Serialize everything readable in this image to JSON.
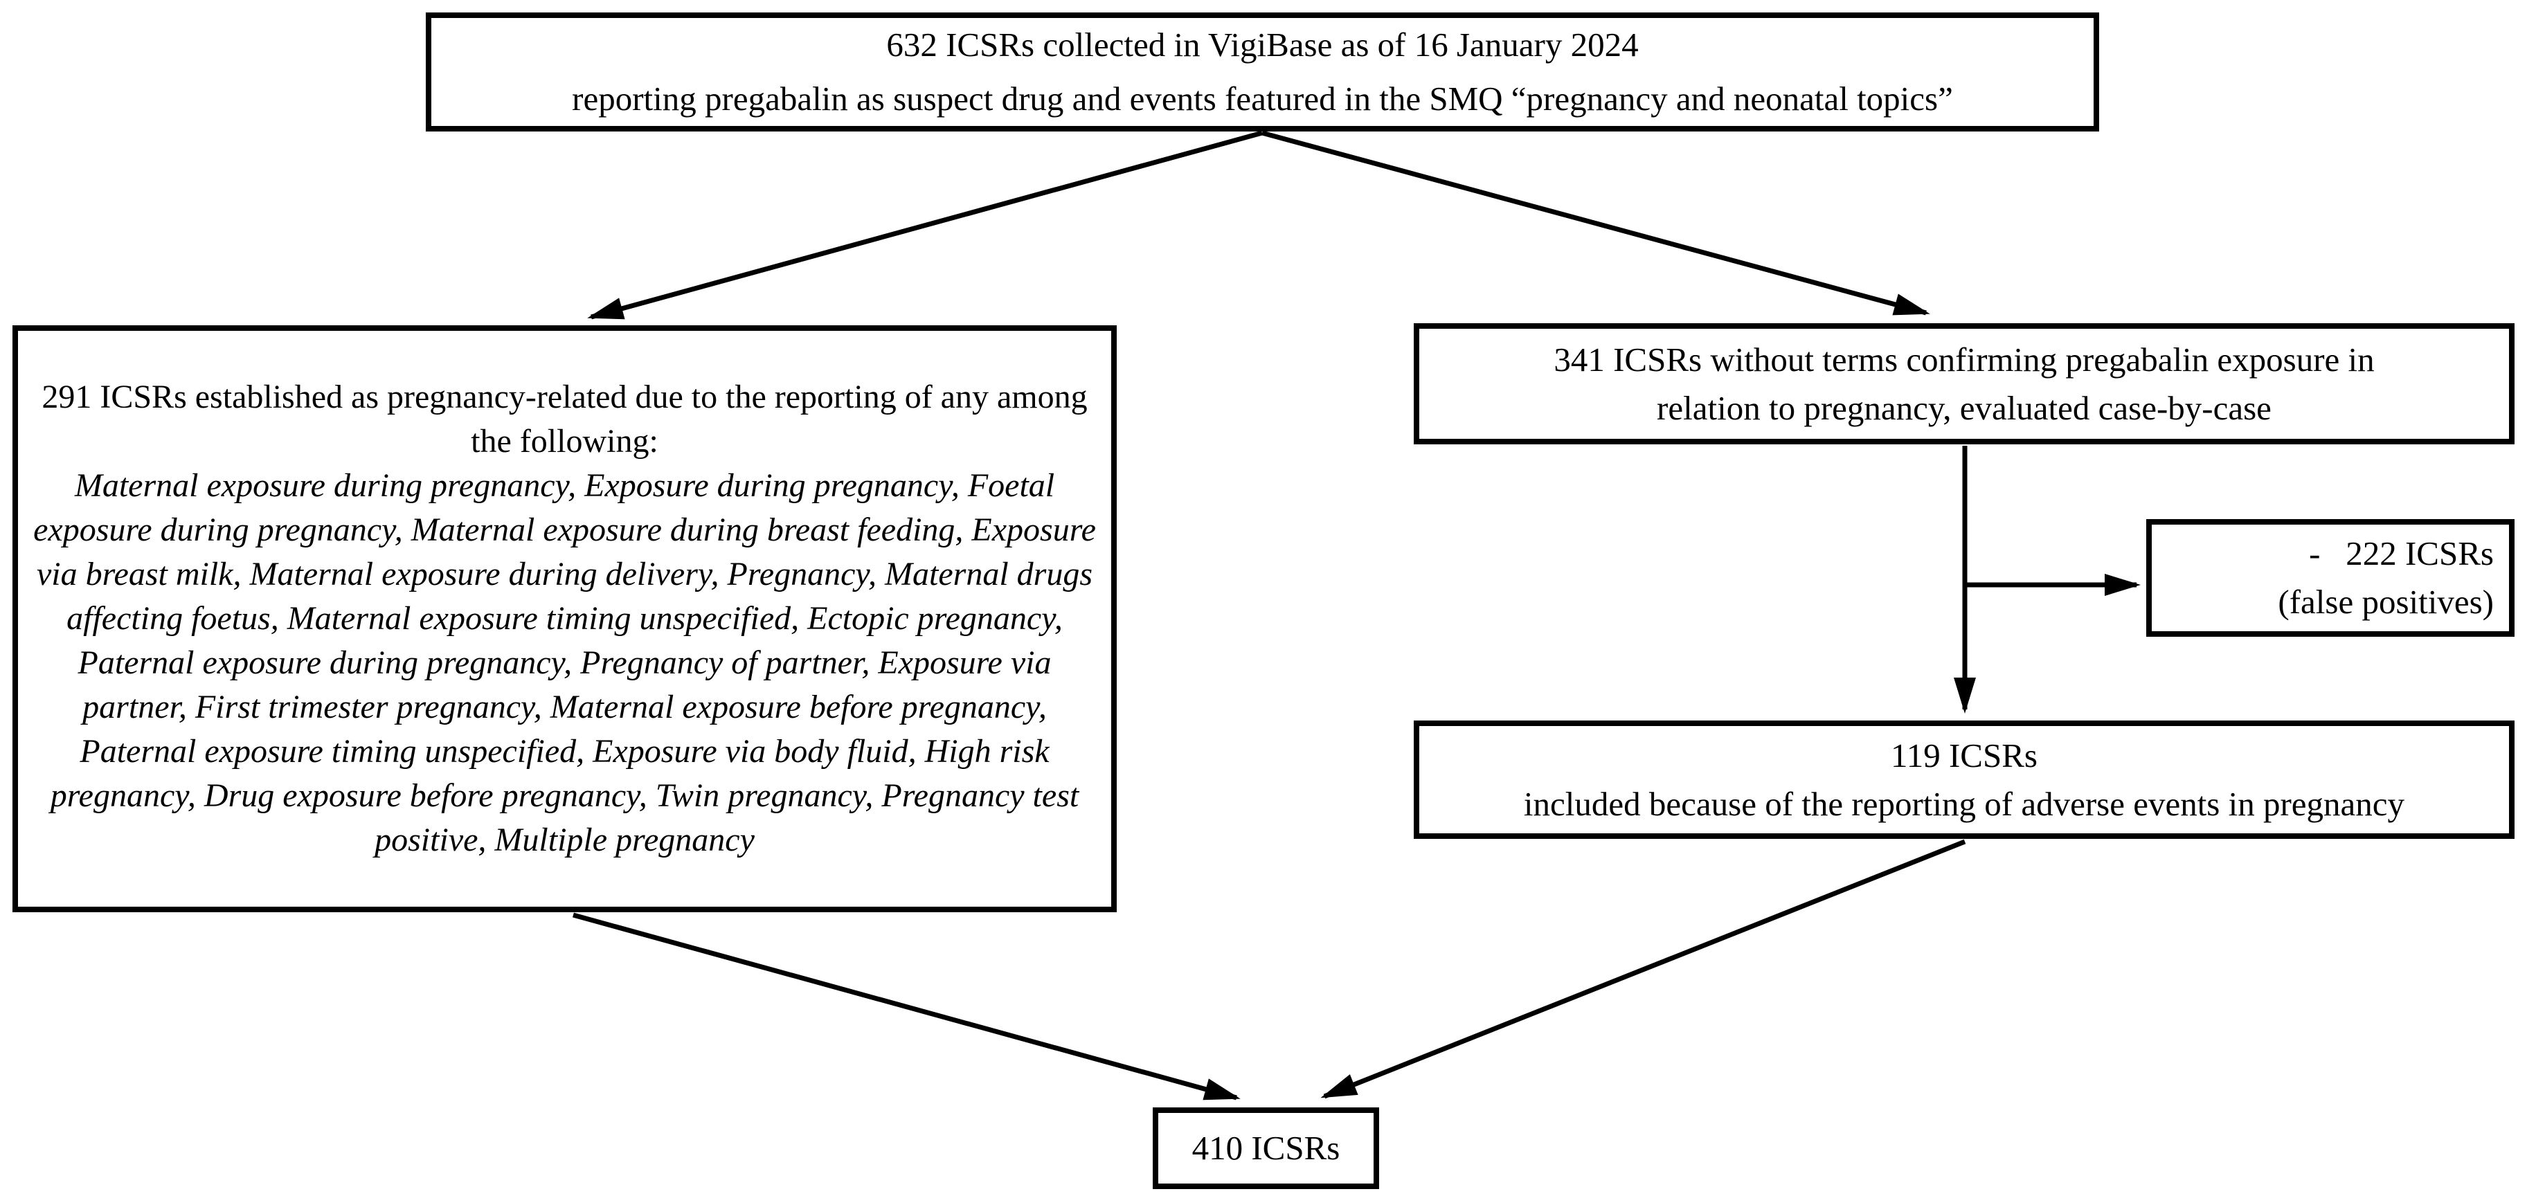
{
  "diagram": {
    "type": "flowchart",
    "colors": {
      "background": "#ffffff",
      "box_border": "#000000",
      "text": "#000000",
      "arrow": "#000000"
    },
    "boxes": {
      "total": {
        "line1": "632 ICSRs collected in VigiBase as of 16 January 2024",
        "line2": "reporting pregabalin as suspect drug and events featured in the SMQ “pregnancy and neonatal topics”"
      },
      "pregnancy_related": {
        "heading": "291 ICSRs established as pregnancy-related due to the reporting of any among the following:",
        "terms": "Maternal exposure during pregnancy, Exposure during pregnancy, Foetal exposure during pregnancy, Maternal exposure during breast feeding, Exposure via breast milk, Maternal exposure during delivery, Pregnancy, Maternal drugs affecting foetus, Maternal exposure timing unspecified, Ectopic pregnancy, Paternal exposure during pregnancy, Pregnancy of partner, Exposure via partner, First trimester pregnancy, Maternal exposure before pregnancy, Paternal exposure timing unspecified, Exposure via body fluid, High risk pregnancy, Drug exposure before pregnancy, Twin pregnancy, Pregnancy test positive, Multiple pregnancy"
      },
      "without_terms": {
        "line1": "341 ICSRs without terms confirming pregabalin exposure in",
        "line2": "relation to pregnancy, evaluated case-by-case"
      },
      "false_positives": {
        "line1": "-   222 ICSRs",
        "line2": "(false positives)"
      },
      "included": {
        "line1": "119 ICSRs",
        "line2": "included because of the reporting of adverse events in pregnancy"
      },
      "final": {
        "label": "410 ICSRs"
      }
    }
  }
}
